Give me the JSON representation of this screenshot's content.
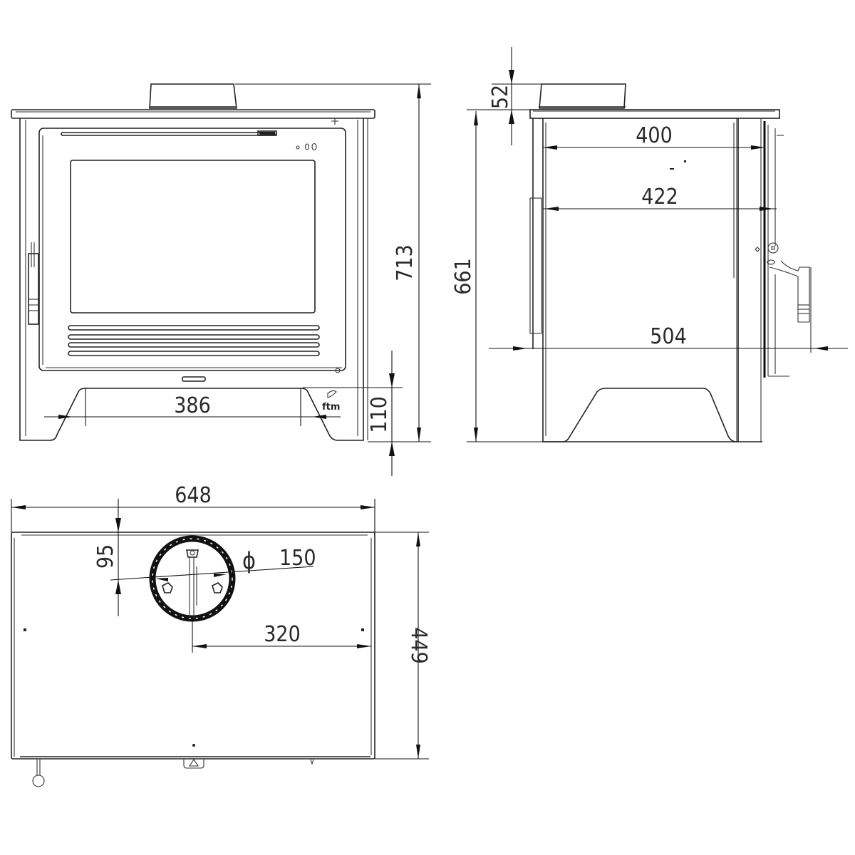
{
  "drawing": {
    "title": "Stove dimension drawing",
    "views": [
      "front-view",
      "side-view",
      "top-view"
    ]
  },
  "front_view": {
    "dimensions": {
      "overall_height": "713",
      "leg_span": "386",
      "leg_clearance": "110"
    }
  },
  "side_view": {
    "dimensions": {
      "flue_collar_height": "52",
      "body_height": "661",
      "depth_inner": "400",
      "depth_mid": "422",
      "overall_depth": "504"
    }
  },
  "top_view": {
    "dimensions": {
      "overall_width": "648",
      "flue_offset_front": "95",
      "flue_diameter": "150",
      "flue_diameter_symbol": "ϕ",
      "flue_offset_side": "320",
      "overall_depth": "449"
    }
  }
}
